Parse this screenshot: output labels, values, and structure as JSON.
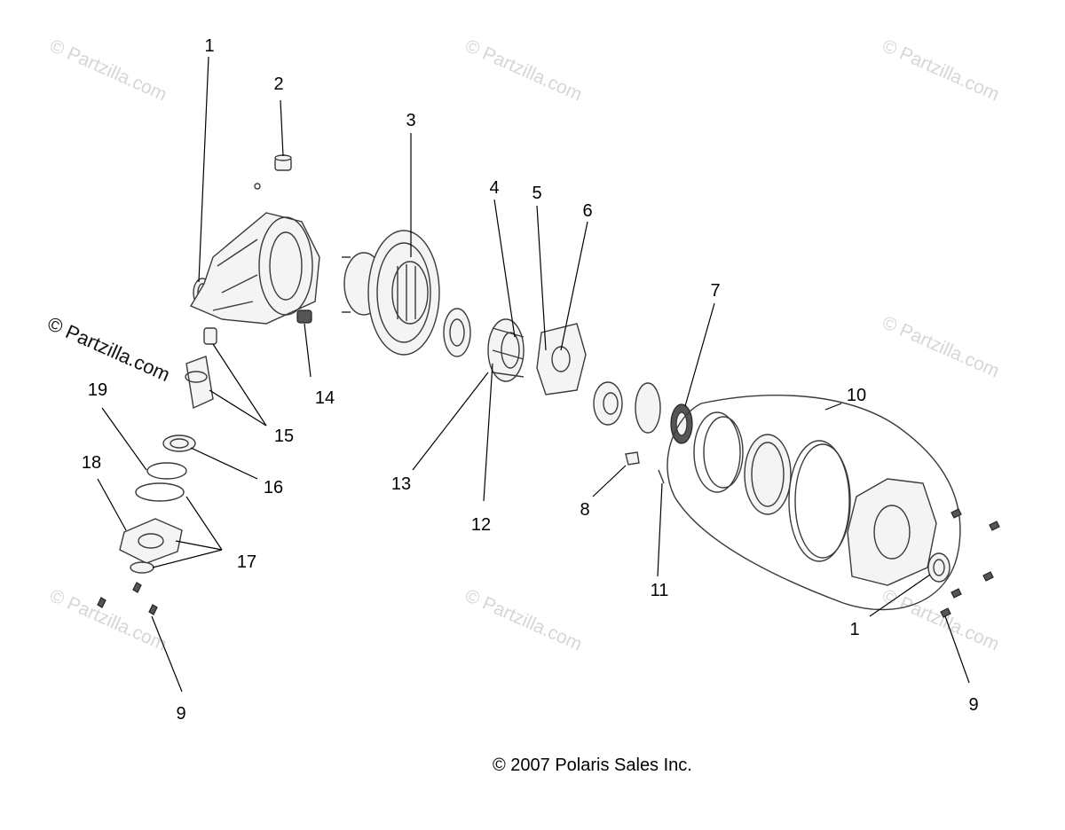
{
  "diagram": {
    "watermark_text": "© Partzilla.com",
    "copyright": "© 2007  Polaris Sales Inc.",
    "callouts": [
      {
        "id": "c1a",
        "label": "1"
      },
      {
        "id": "c2",
        "label": "2"
      },
      {
        "id": "c3",
        "label": "3"
      },
      {
        "id": "c4",
        "label": "4"
      },
      {
        "id": "c5",
        "label": "5"
      },
      {
        "id": "c6",
        "label": "6"
      },
      {
        "id": "c7",
        "label": "7"
      },
      {
        "id": "c8",
        "label": "8"
      },
      {
        "id": "c9a",
        "label": "9"
      },
      {
        "id": "c9b",
        "label": "9"
      },
      {
        "id": "c10",
        "label": "10"
      },
      {
        "id": "c11",
        "label": "11"
      },
      {
        "id": "c12",
        "label": "12"
      },
      {
        "id": "c13",
        "label": "13"
      },
      {
        "id": "c14",
        "label": "14"
      },
      {
        "id": "c15",
        "label": "15"
      },
      {
        "id": "c16",
        "label": "16"
      },
      {
        "id": "c17",
        "label": "17"
      },
      {
        "id": "c18",
        "label": "18"
      },
      {
        "id": "c19",
        "label": "19"
      },
      {
        "id": "c1b",
        "label": "1"
      }
    ]
  }
}
